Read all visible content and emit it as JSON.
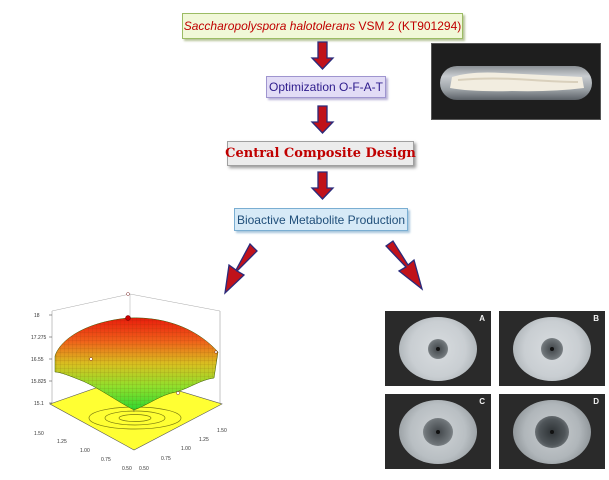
{
  "flow": {
    "organism": {
      "species": "Saccharopolyspora halotolerans",
      "strain": "VSM 2 (KT901294)"
    },
    "step_optimization": "Optimization O-F-A-T",
    "step_design": "Central Composite Design",
    "step_production": "Bioactive Metabolite Production"
  },
  "surface_plot": {
    "z_ticks": [
      "18",
      "17.275",
      "16.55",
      "15.825",
      "15.1"
    ],
    "x_ticks": [
      "1.50",
      "1.25",
      "1.00",
      "0.75",
      "0.50"
    ],
    "y_ticks": [
      "0.50",
      "0.75",
      "1.00",
      "1.25",
      "1.50"
    ]
  },
  "plates": [
    {
      "label": "A"
    },
    {
      "label": "B"
    },
    {
      "label": "C"
    },
    {
      "label": "D"
    }
  ],
  "colors": {
    "arrow_fill": "#c0121a",
    "arrow_outline": "#2a2a7a",
    "floor": "#ffff33",
    "surface_high": "#e81c0c",
    "surface_low": "#30d830"
  }
}
